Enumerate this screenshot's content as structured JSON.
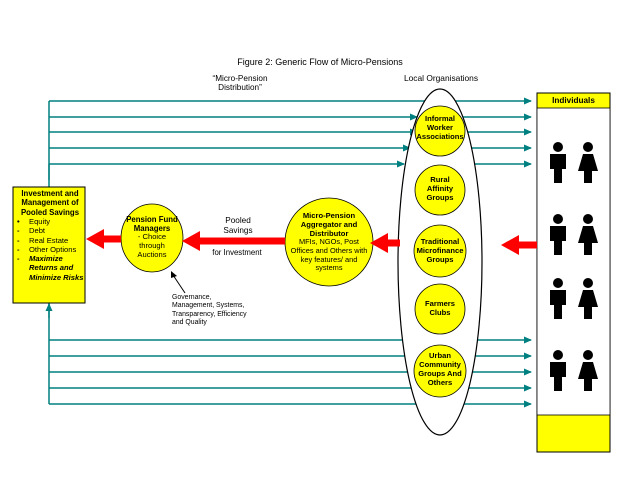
{
  "title": "Figure 2: Generic Flow of Micro-Pensions",
  "distribution_label": "“Micro-Pension Distribution”",
  "local_orgs_label": "Local Organisations",
  "individuals_label": "Individuals",
  "investment_box": {
    "title": "Investment and Management of Pooled Savings",
    "items": [
      "Equity",
      "Debt",
      "Real Estate",
      "Other Options",
      "Maximize Returns and Minimize Risks"
    ]
  },
  "pension_fund": {
    "title": "Pension Fund Managers",
    "subtitle": "- Choice through Auctions"
  },
  "pooled_savings_label": "Pooled Savings",
  "for_investment_label": "for Investment",
  "aggregator": {
    "title": "Micro-Pension Aggregator and Distributor",
    "subtitle": "MFIs, NGOs, Post Offices and Others with key features/ and systems"
  },
  "governance_note": "Governance, Management, Systems, Transparency, Efficiency and Quality",
  "local_orgs": [
    "Informal Worker Associations",
    "Rural Affinity Groups",
    "Traditional Microfinance Groups",
    "Farmers Clubs",
    "Urban Community Groups And Others"
  ],
  "colors": {
    "yellow": "#ffff00",
    "arrow_teal": "#008080",
    "arrow_red": "#ff0000",
    "outline": "#000000"
  },
  "icons": [
    "man-icon",
    "woman-icon"
  ]
}
